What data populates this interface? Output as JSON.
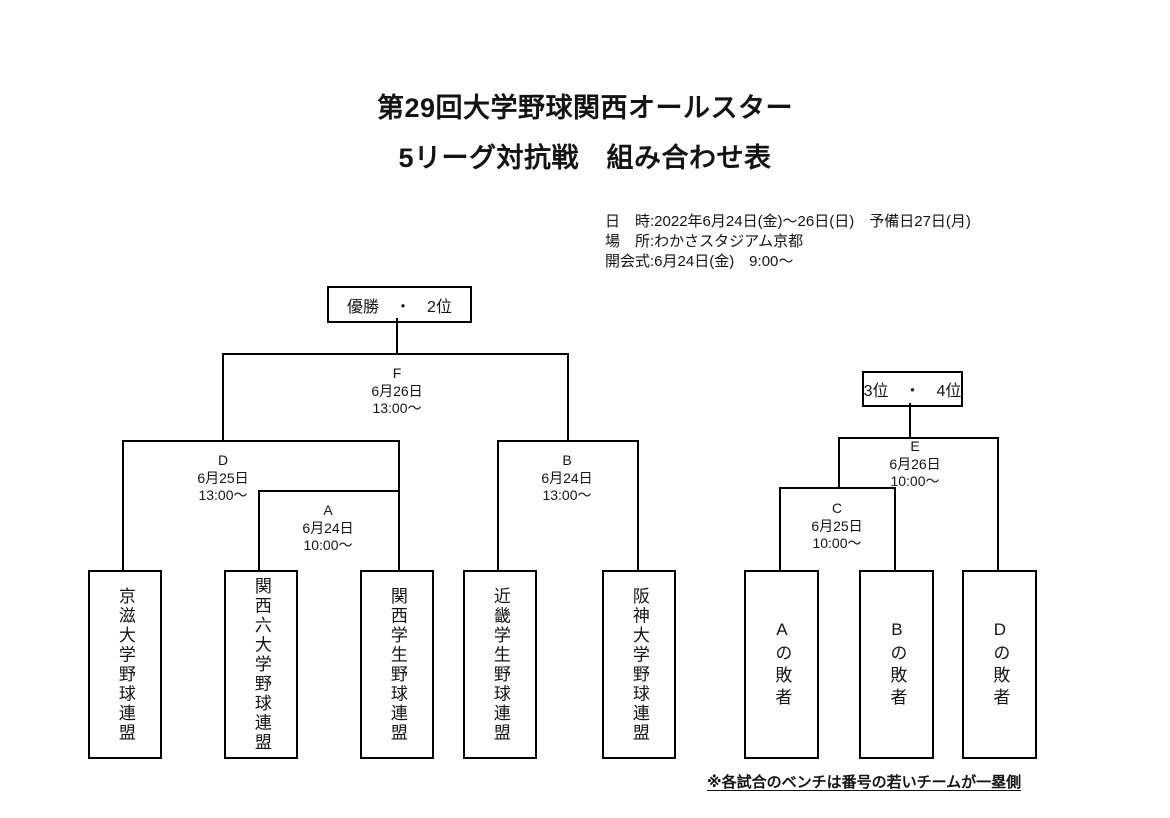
{
  "title": {
    "line1": "第29回大学野球関西オールスター",
    "line2": "5リーグ対抗戦　組み合わせ表"
  },
  "event_info": {
    "datetime": "日　時:2022年6月24日(金)〜26日(日)　予備日27日(月)",
    "venue": "場　所:わかさスタジアム京都",
    "opening": "開会式:6月24日(金)　9:00〜"
  },
  "footnote": "※各試合のベンチは番号の若いチームが一塁側",
  "results": {
    "champion": "優勝　・　2位",
    "third": "3位　・　4位"
  },
  "matches": {
    "A": {
      "code": "A",
      "date": "6月24日",
      "time": "10:00〜"
    },
    "B": {
      "code": "B",
      "date": "6月24日",
      "time": "13:00〜"
    },
    "C": {
      "code": "C",
      "date": "6月25日",
      "time": "10:00〜"
    },
    "D": {
      "code": "D",
      "date": "6月25日",
      "time": "13:00〜"
    },
    "E": {
      "code": "E",
      "date": "6月26日",
      "time": "10:00〜"
    },
    "F": {
      "code": "F",
      "date": "6月26日",
      "time": "13:00〜"
    }
  },
  "teams": [
    {
      "id": "team-1",
      "label": "京滋大学野球連盟"
    },
    {
      "id": "team-2",
      "label": "関西六大学野球連盟"
    },
    {
      "id": "team-3",
      "label": "関西学生野球連盟"
    },
    {
      "id": "team-4",
      "label": "近畿学生野球連盟"
    },
    {
      "id": "team-5",
      "label": "阪神大学野球連盟"
    }
  ],
  "losers": [
    {
      "id": "loser-a",
      "label": "Aの敗者"
    },
    {
      "id": "loser-b",
      "label": "Bの敗者"
    },
    {
      "id": "loser-d",
      "label": "Dの敗者"
    }
  ]
}
